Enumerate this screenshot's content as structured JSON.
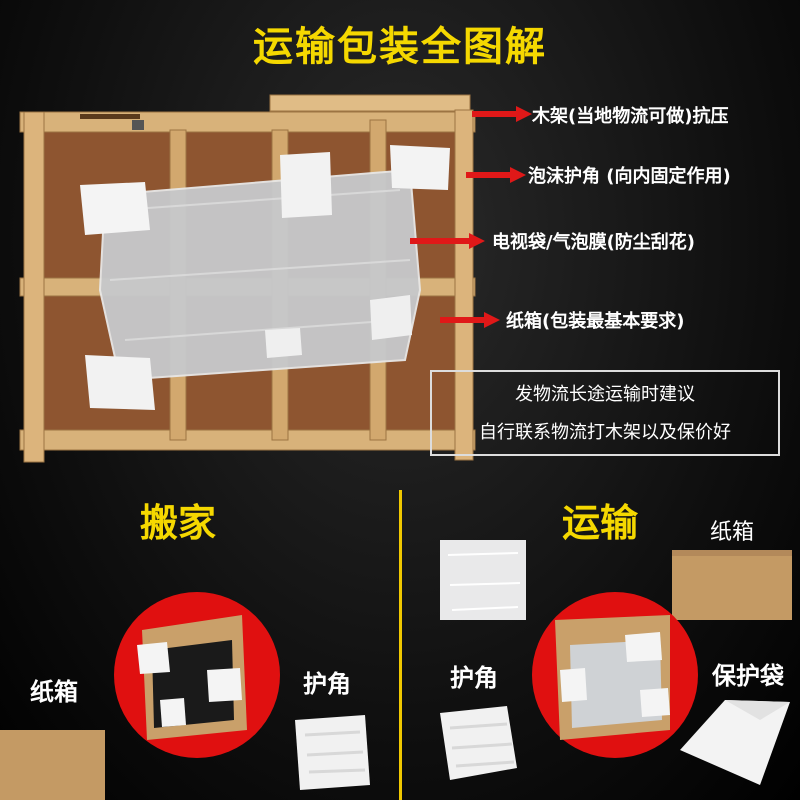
{
  "title": "运输包装全图解",
  "callouts": [
    {
      "text": "木架(当地物流可做)抗压"
    },
    {
      "text": "泡沫护角 (向内固定作用)"
    },
    {
      "text": "电视袋/气泡膜(防尘刮花)"
    },
    {
      "text": "纸箱(包装最基本要求)"
    }
  ],
  "advice": {
    "line1": "发物流长途运输时建议",
    "line2": "自行联系物流打木架以及保价好"
  },
  "moving": {
    "title": "搬家",
    "carton_label": "纸箱",
    "corner_label": "护角"
  },
  "shipping": {
    "title": "运输",
    "carton_label": "纸箱",
    "corner_label": "护角",
    "bag_label": "保护袋"
  },
  "colors": {
    "accent": "#f5d800",
    "arrow": "#e01818"
  }
}
